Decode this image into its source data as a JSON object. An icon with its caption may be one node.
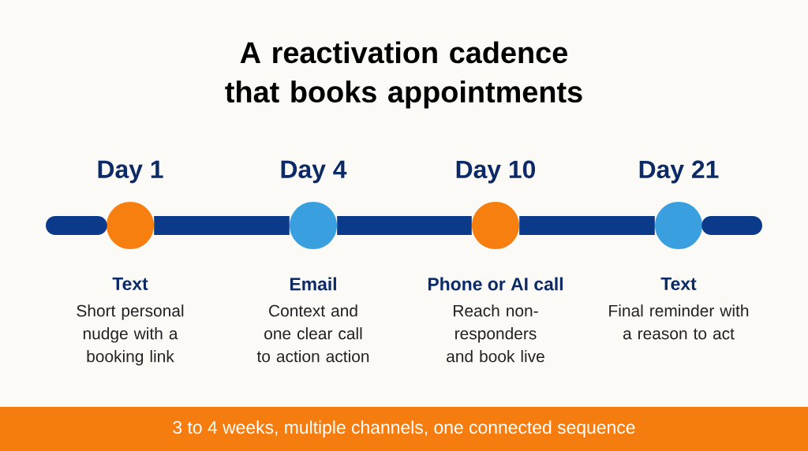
{
  "diagram": {
    "title": "A reactivation cadence that books appointments",
    "nodes": [
      {
        "text": [],
        "shape": "circle",
        "beside": [
          "Day 1",
          "Text",
          "Short personal nudge with a booking link"
        ]
      },
      {
        "text": [],
        "shape": "circle",
        "beside": [
          "Day 4",
          "Email",
          "Context and one clear call to action action"
        ]
      },
      {
        "text": [],
        "shape": "circle",
        "beside": [
          "Day 10",
          "Phone or AI call",
          "Reach non-responders and book live"
        ]
      },
      {
        "text": [],
        "shape": "circle",
        "beside": [
          "Day 21",
          "Text",
          "Final reminder with a reason to act"
        ]
      },
      {
        "text": [
          "3 to 4 weeks, multiple channels, one connected sequence"
        ]
      }
    ],
    "edges": [
      {
        "from": null,
        "to": 0,
        "arrow": "none"
      },
      {
        "from": 0,
        "to": 1,
        "arrow": "none"
      },
      {
        "from": 1,
        "to": 2,
        "arrow": "none"
      },
      {
        "from": 2,
        "to": 3,
        "arrow": "none"
      },
      {
        "from": 3,
        "to": null,
        "arrow": "none"
      }
    ]
  }
}
